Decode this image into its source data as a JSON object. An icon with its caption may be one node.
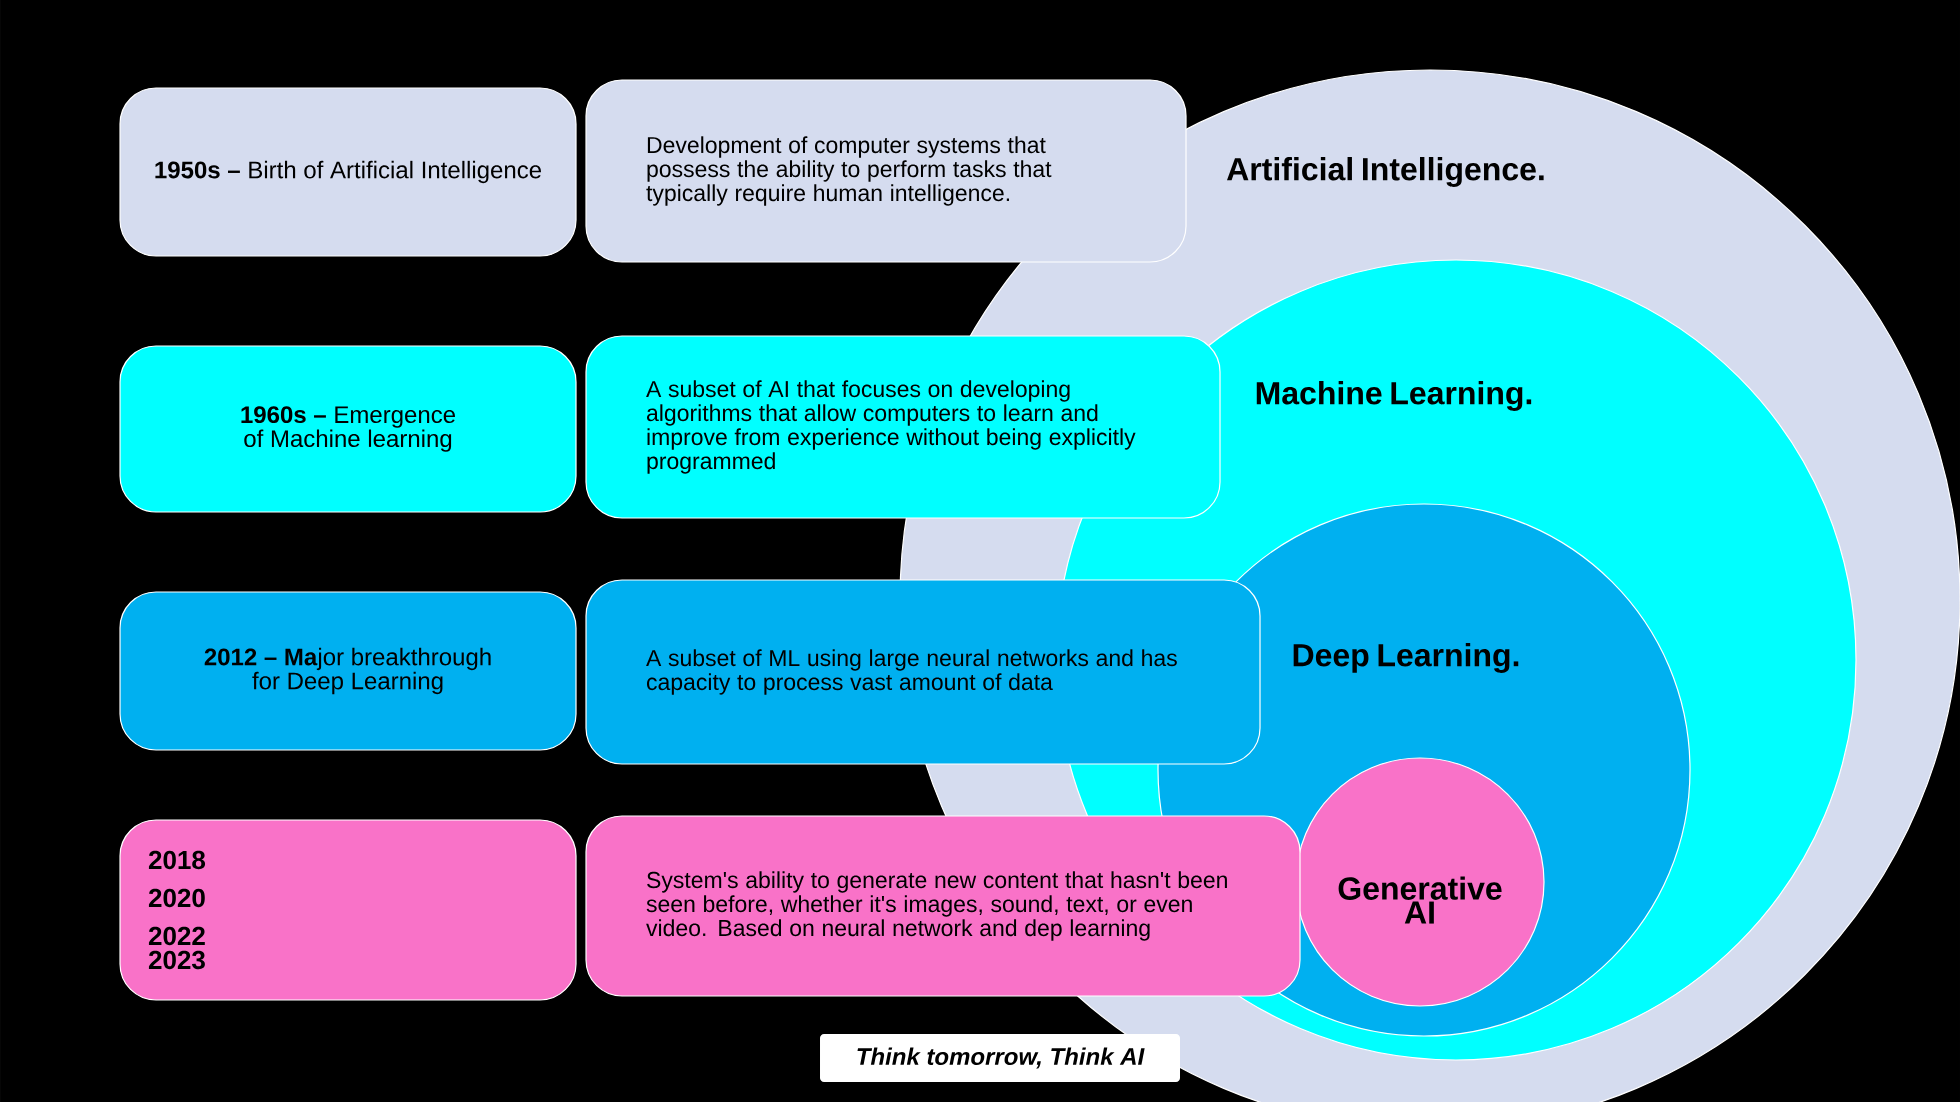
{
  "diagram": {
    "nodes": [
      {
        "text": [
          "Artificial Intelligence."
        ]
      },
      {
        "text": [
          "Machine Learning."
        ],
        "in": 0
      },
      {
        "text": [
          "Deep Learning."
        ],
        "in": 1
      },
      {
        "text": [
          "Generative AI"
        ],
        "in": 2
      },
      {
        "text": [
          "**1950s –** Birth of Artificial Intelligence"
        ]
      },
      {
        "text": [
          "Development of computer systems that possess the ability to perform tasks that typically require human intelligence."
        ]
      },
      {
        "text": [
          "**1960s –** Emergence of Machine learning"
        ]
      },
      {
        "text": [
          "A subset of AI that focuses on developing algorithms that allow computers to learn and improve from experience without being explicitly programmed"
        ]
      },
      {
        "text": [
          "**2012 – Ma**jor breakthrough for Deep Learning"
        ]
      },
      {
        "text": [
          "A subset of ML using large neural networks and has capacity to process vast amount of data"
        ]
      },
      {
        "text": [
          "2018",
          "2020",
          "2022",
          "2023"
        ]
      },
      {
        "text": [
          "System's ability to generate new content that hasn't been seen before, whether it's images, sound, text, or even video. Based on neural network and dep learning"
        ]
      }
    ],
    "labels": [
      "Think tomorrow, Think AI"
    ]
  }
}
